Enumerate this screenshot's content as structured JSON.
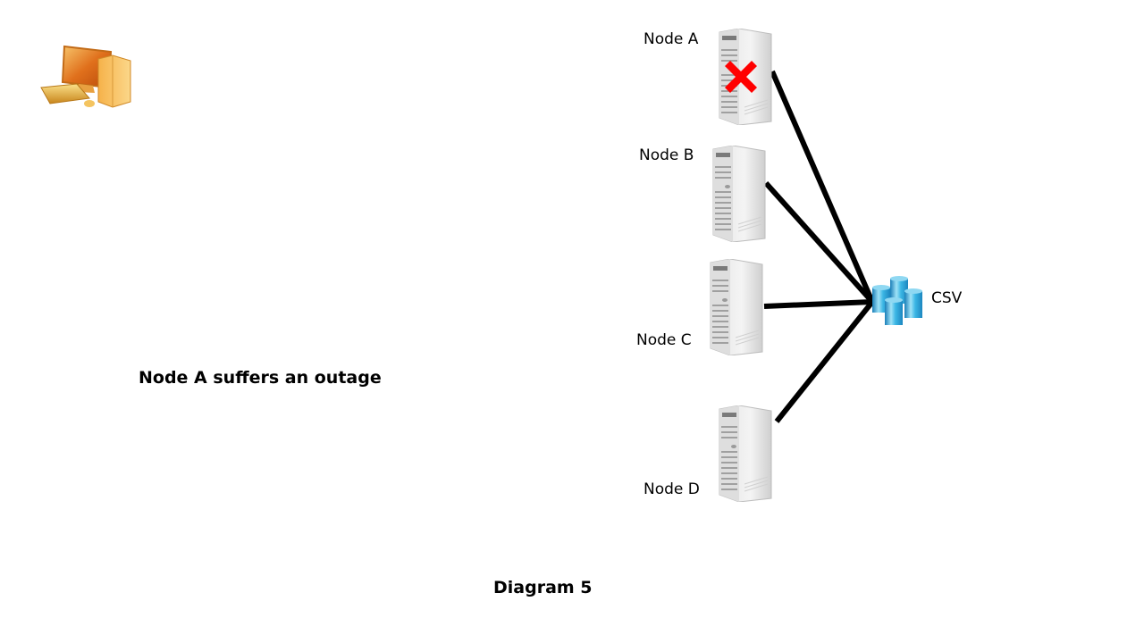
{
  "diagram": {
    "caption": "Diagram 5",
    "annotation": "Node A suffers an outage",
    "client": {
      "icon": "desktop-computer-icon"
    },
    "nodes": [
      {
        "id": "A",
        "label": "Node A",
        "status": "failed",
        "icon": "server-icon"
      },
      {
        "id": "B",
        "label": "Node B",
        "status": "ok",
        "icon": "server-icon"
      },
      {
        "id": "C",
        "label": "Node C",
        "status": "ok",
        "icon": "server-icon"
      },
      {
        "id": "D",
        "label": "Node D",
        "status": "ok",
        "icon": "server-icon"
      }
    ],
    "storage": {
      "label": "CSV",
      "icon": "database-cylinders-icon"
    },
    "connections": [
      {
        "from": "A",
        "to": "CSV"
      },
      {
        "from": "B",
        "to": "CSV"
      },
      {
        "from": "C",
        "to": "CSV"
      },
      {
        "from": "D",
        "to": "CSV"
      }
    ],
    "colors": {
      "failure_mark": "#ff0000",
      "link": "#000000",
      "storage": "#29a9d8",
      "client": "#f0a030"
    }
  }
}
